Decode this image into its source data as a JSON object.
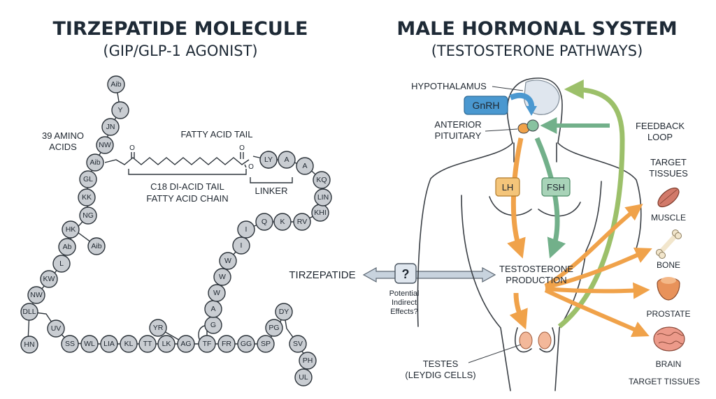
{
  "left": {
    "title": "TIRZEPATIDE MOLECULE",
    "subtitle": "(GIP/GLP-1 AGONIST)",
    "amino_label_1": "39 AMINO",
    "amino_label_2": "ACIDS",
    "fatty_tail_label": "FATTY ACID TAIL",
    "c18_label_1": "C18 DI-ACID TAIL",
    "c18_label_2": "FATTY ACID CHAIN",
    "linker_label": "LINKER",
    "o_label_1": "O",
    "o_label_2": "O",
    "o_label_3": "O",
    "beads": [
      "Aib",
      "Y",
      "JN",
      "NW",
      "Aib",
      "GL",
      "KK",
      "NG",
      "HK",
      "Ab",
      "Aib",
      "L",
      "KW",
      "NW",
      "DLL",
      "UV",
      "HN",
      "SS",
      "WL",
      "LIA",
      "KL",
      "TT",
      "YR",
      "LK",
      "AG",
      "TF",
      "FR",
      "GG",
      "SP",
      "PG",
      "DY",
      "SV",
      "PH",
      "UL",
      "G",
      "A",
      "W",
      "W",
      "W",
      "I",
      "I",
      "Q",
      "K",
      "RV",
      "KHI",
      "LIN",
      "KQ",
      "A",
      "A",
      "K",
      "LY"
    ]
  },
  "right": {
    "title": "MALE HORMONAL SYSTEM",
    "subtitle": "(TESTOSTERONE PATHWAYS)",
    "hypothalamus": "HYPOTHALAMUS",
    "gnrh": "GnRH",
    "anterior_1": "ANTERIOR",
    "anterior_2": "PITUITARY",
    "lh": "LH",
    "fsh": "FSH",
    "feedback_1": "FEEDBACK",
    "feedback_2": "LOOP",
    "target_1": "TARGET",
    "target_2": "TISSUES",
    "muscle": "MUSCLE",
    "bone": "BONE",
    "prostate": "PROSTATE",
    "brain": "BRAIN",
    "target_bottom": "TARGET TISSUES",
    "testosterone_1": "TESTOSTERONE",
    "testosterone_2": "PRODUCTION",
    "testes_1": "TESTES",
    "testes_2": "(LEYDIG CELLS)"
  },
  "middle": {
    "tirzepatide": "TIRZEPATIDE",
    "question": "?",
    "potential_1": "Potential",
    "potential_2": "Indirect",
    "potential_3": "Effects?"
  },
  "colors": {
    "orange": "#f0a24a",
    "green": "#72b08a",
    "feedback_green": "#9cc06a",
    "gnrh_blue": "#4a98d0",
    "bead": "#c9cdd2"
  }
}
